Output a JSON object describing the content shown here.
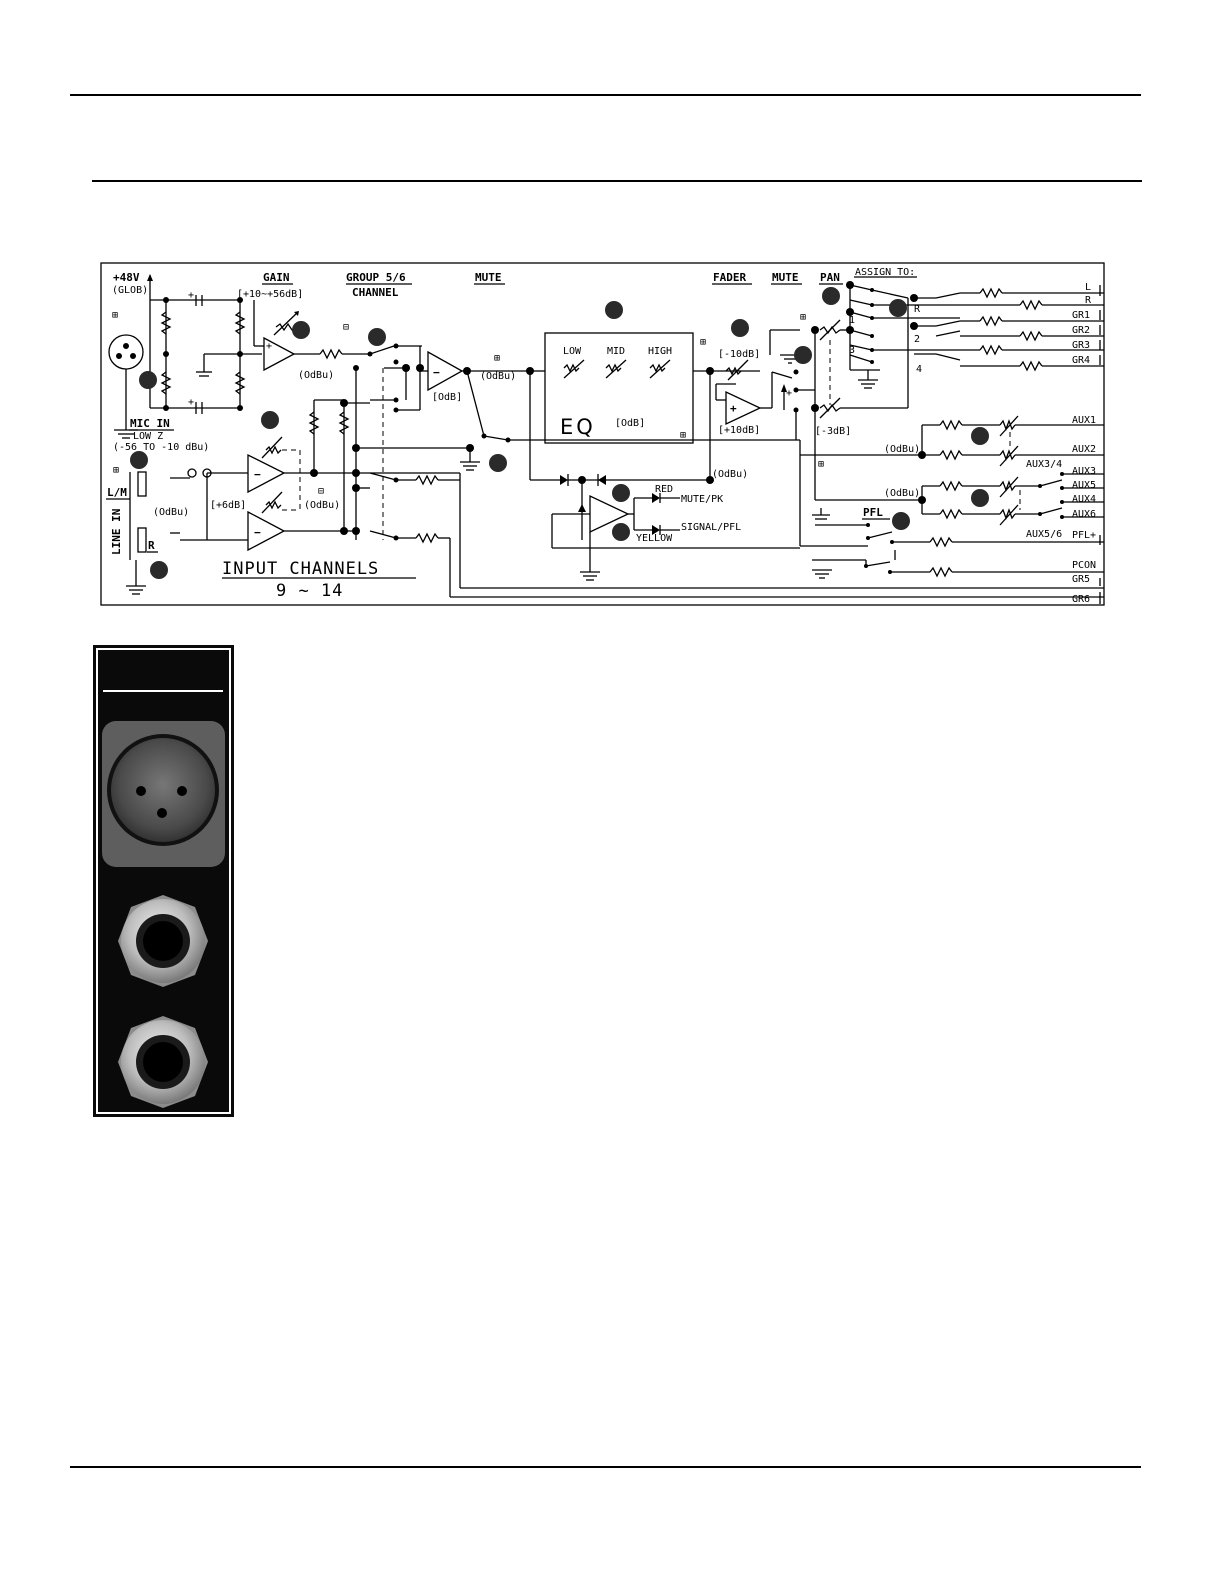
{
  "schematic": {
    "labels": {
      "phantom": "+48V",
      "glob": "(GLOB)",
      "gain": "GAIN",
      "gain_range": "[+10~+56dB]",
      "group": "GROUP 5/6",
      "channel": "CHANNEL",
      "mute1": "MUTE",
      "fader": "FADER",
      "mute2": "MUTE",
      "pan": "PAN",
      "assign": "ASSIGN TO:",
      "mic_in": "MIC IN",
      "low_z": "LOW Z",
      "mic_range": "(-56 TO -10 dBu)",
      "lm": "L/M",
      "line_in": "LINE IN",
      "r_jack": "R",
      "odbu1": "(OdBu)",
      "odbu2": "(OdBu)",
      "odbu3": "(OdBu)",
      "odbu4": "(OdBu)",
      "odbu5": "(OdBu)",
      "odbu6": "(OdBu)",
      "odbu7": "(OdBu)",
      "odb1": "[OdB]",
      "odb_eq": "[OdB]",
      "plus6": "[+6dB]",
      "minus10": "[-10dB]",
      "plus10": "[+10dB]",
      "minus3": "[-3dB]",
      "eq_low": "LOW",
      "eq_mid": "MID",
      "eq_high": "HIGH",
      "eq": "EQ",
      "red": "RED",
      "mute_pk": "MUTE/PK",
      "signal_pfl": "SIGNAL/PFL",
      "yellow": "YELLOW",
      "pfl": "PFL",
      "aux34": "AUX3/4",
      "aux56": "AUX5/6",
      "title": "INPUT CHANNELS",
      "subtitle": "9 ~ 14",
      "n1": "1",
      "n2": "2",
      "n3": "3",
      "n4": "4",
      "nr": "R"
    },
    "buses": [
      "L",
      "R",
      "GR1",
      "GR2",
      "GR3",
      "GR4",
      "AUX1",
      "AUX2",
      "AUX3",
      "AUX5",
      "AUX4",
      "AUX6",
      "PFL+",
      "PCON",
      "GR5",
      "GR6"
    ]
  }
}
